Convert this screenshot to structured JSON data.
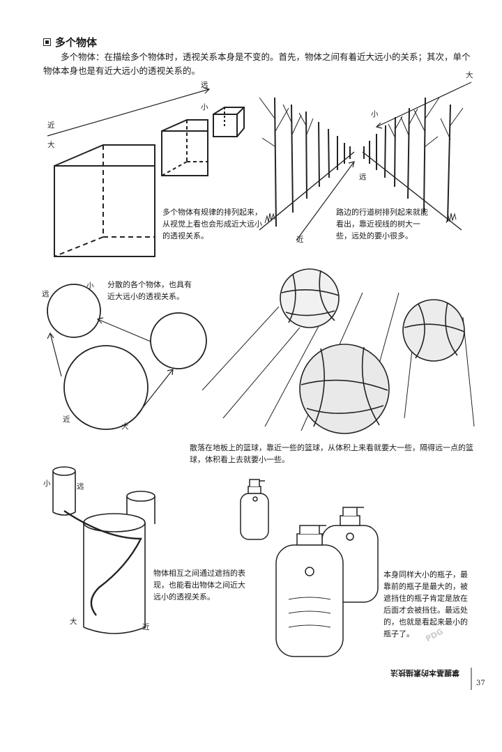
{
  "heading": "多个物体",
  "intro": "多个物体：在描绘多个物体时，透视关系本身是不变的。首先，物体之间有着近大远小的关系；其次，单个物体本身也是有近大远小的透视关系的。",
  "section1": {
    "labels": {
      "yuan": "远",
      "xiao": "小",
      "jin": "近",
      "da": "大"
    },
    "caption_cubes": "多个物体有规律的排列起来，从视觉上看也会形成近大远小的透视关系。",
    "caption_trees": "路边的行道树排列起来就能看出，靠近视线的树大一些，远处的要小很多。"
  },
  "section2": {
    "caption_circles": "分散的各个物体，也具有近大远小的透视关系。",
    "caption_balls": "散落在地板上的篮球，靠近一些的篮球，从体积上来看就要大一些，隔得远一点的篮球，体积看上去就要小一些。"
  },
  "section3": {
    "caption_cylinders": "物体相互之间通过遮挡的表现，也能看出物体之间近大远小的透视关系。",
    "caption_bottles": "本身同样大小的瓶子，最靠前的瓶子是最大的，被遮挡住的瓶子肯定是放在后面才会被挡住。最远处的，也就是看起来最小的瓶子了。"
  },
  "footer": {
    "text": "掌握基本的素描技法",
    "page": "37"
  },
  "watermark": "PDG"
}
